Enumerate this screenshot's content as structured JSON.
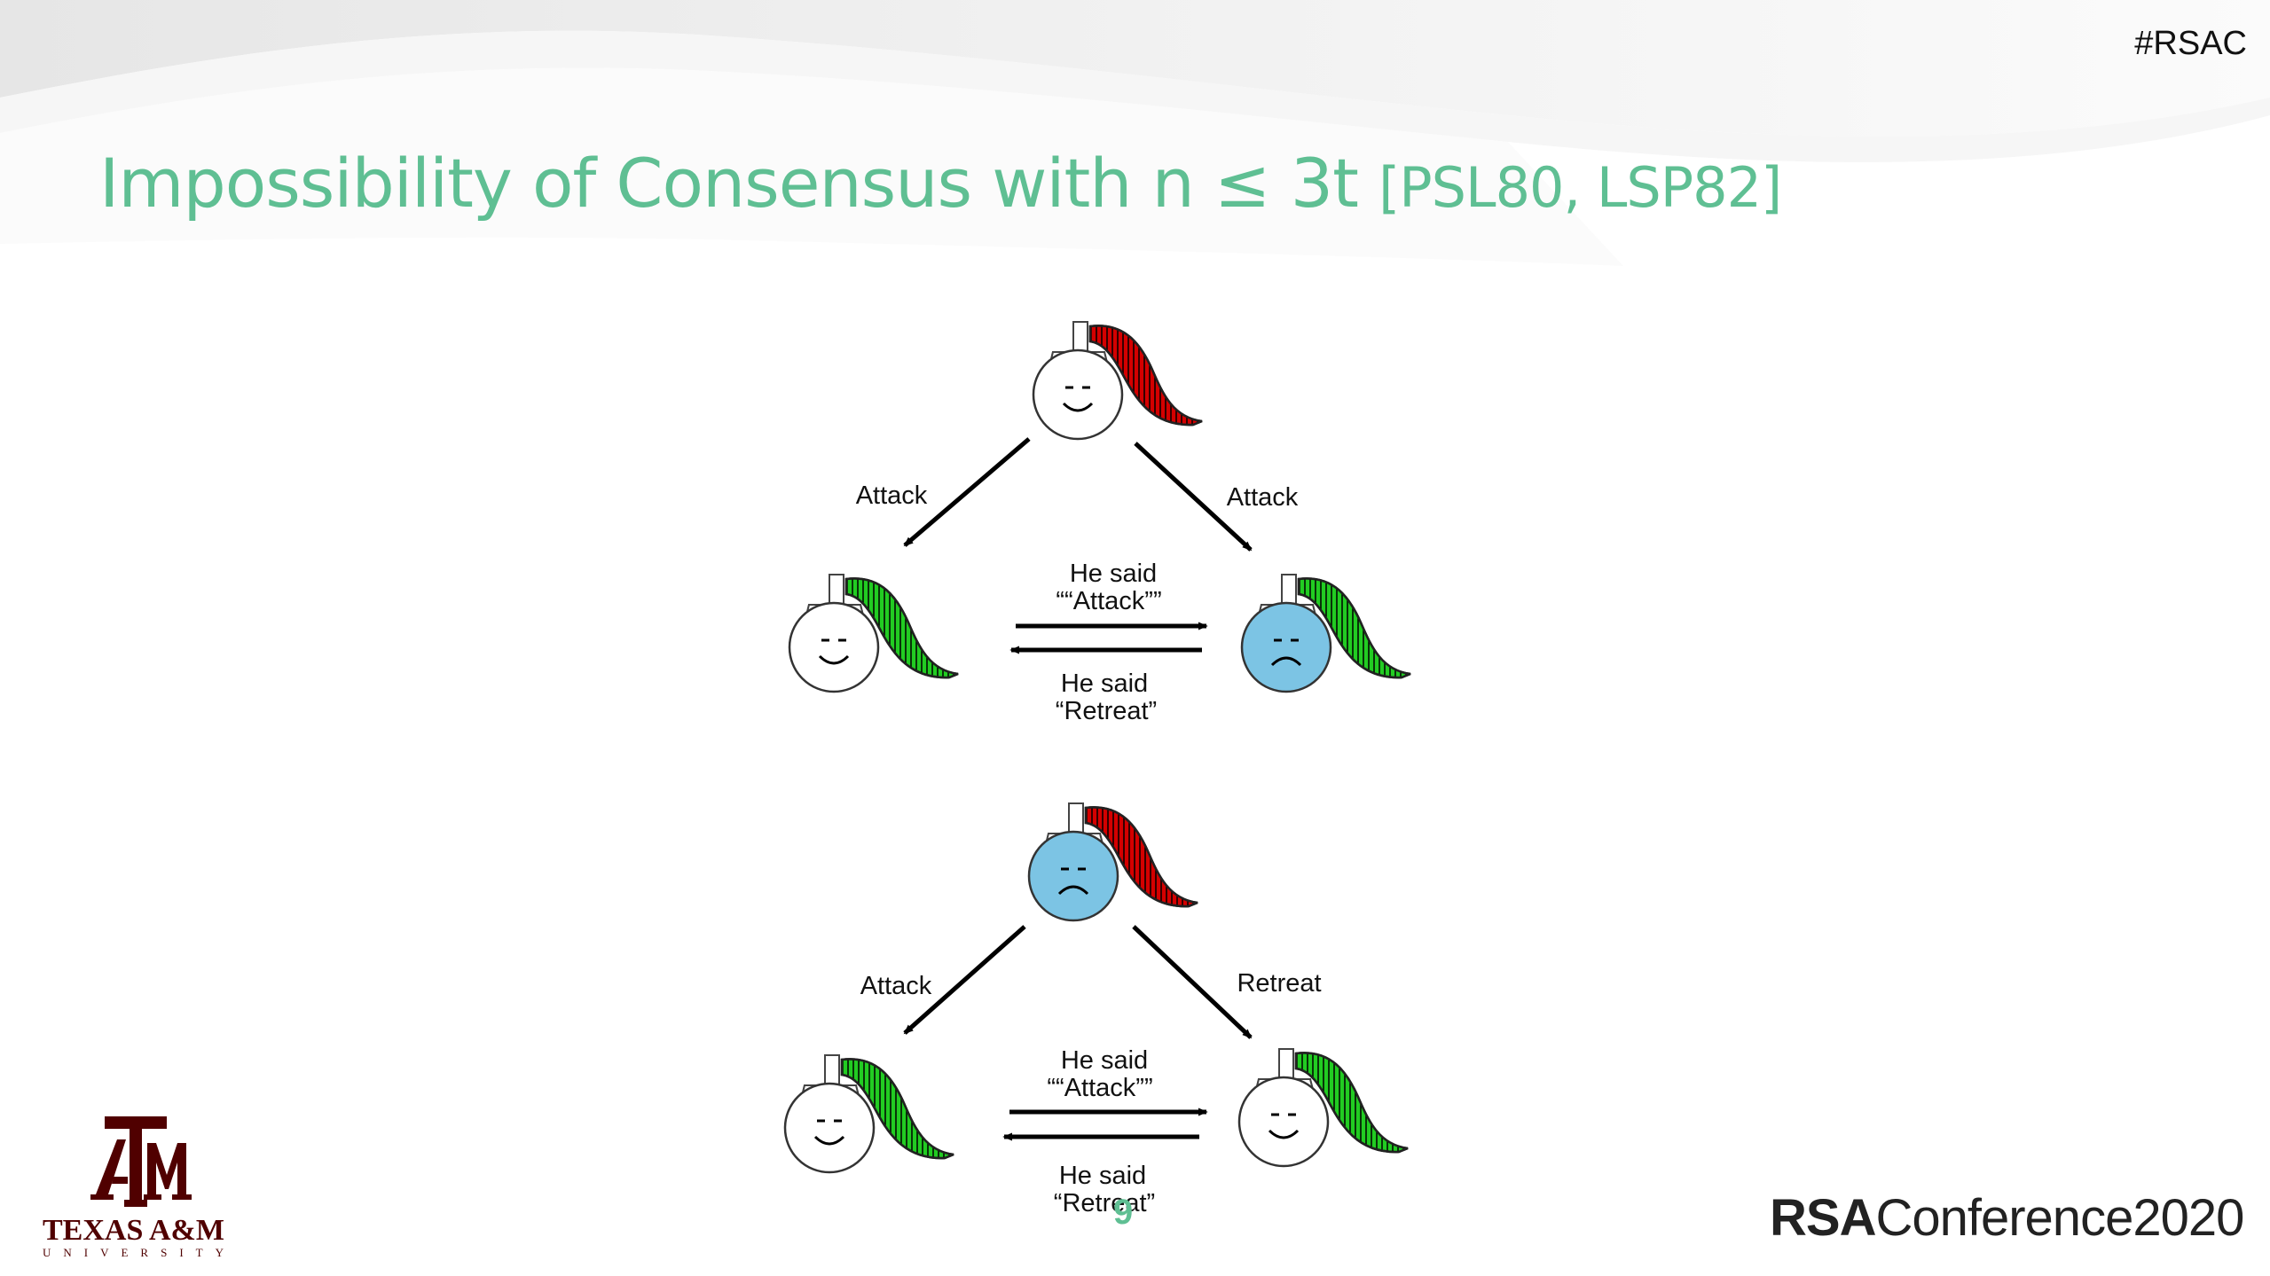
{
  "header": {
    "hashtag": "#RSAC",
    "title_main": "Impossibility of Consensus with n ≤ 3t",
    "title_citation": "[PSL80, LSP82]"
  },
  "diagram": {
    "scenario_1": {
      "commander": {
        "flag_color": "#d40000",
        "face": "happy"
      },
      "lieutenant_left": {
        "flag_color": "#22cc22",
        "face": "happy"
      },
      "lieutenant_right": {
        "flag_color": "#22cc22",
        "face": "sad"
      },
      "order_left": "Attack",
      "order_right": "Attack",
      "relay_top_line1": "He said",
      "relay_top_line2": "““Attack””",
      "relay_bottom_line1": "He said",
      "relay_bottom_line2": "“Retreat”"
    },
    "scenario_2": {
      "commander": {
        "flag_color": "#d40000",
        "face": "sad"
      },
      "lieutenant_left": {
        "flag_color": "#22cc22",
        "face": "happy"
      },
      "lieutenant_right": {
        "flag_color": "#22cc22",
        "face": "happy"
      },
      "order_left": "Attack",
      "order_right": "Retreat",
      "relay_top_line1": "He said",
      "relay_top_line2": "““Attack””",
      "relay_bottom_line1": "He said",
      "relay_bottom_line2": "“Retreat”"
    },
    "colors": {
      "faulty_face": "#7cc4e4",
      "honest_face": "#ffffff"
    }
  },
  "footer": {
    "page_number": "9",
    "university_name": "TEXAS A&M",
    "university_subtitle": "UNIVERSITY",
    "conference_bold": "RSA",
    "conference_rest": "Conference2020"
  }
}
